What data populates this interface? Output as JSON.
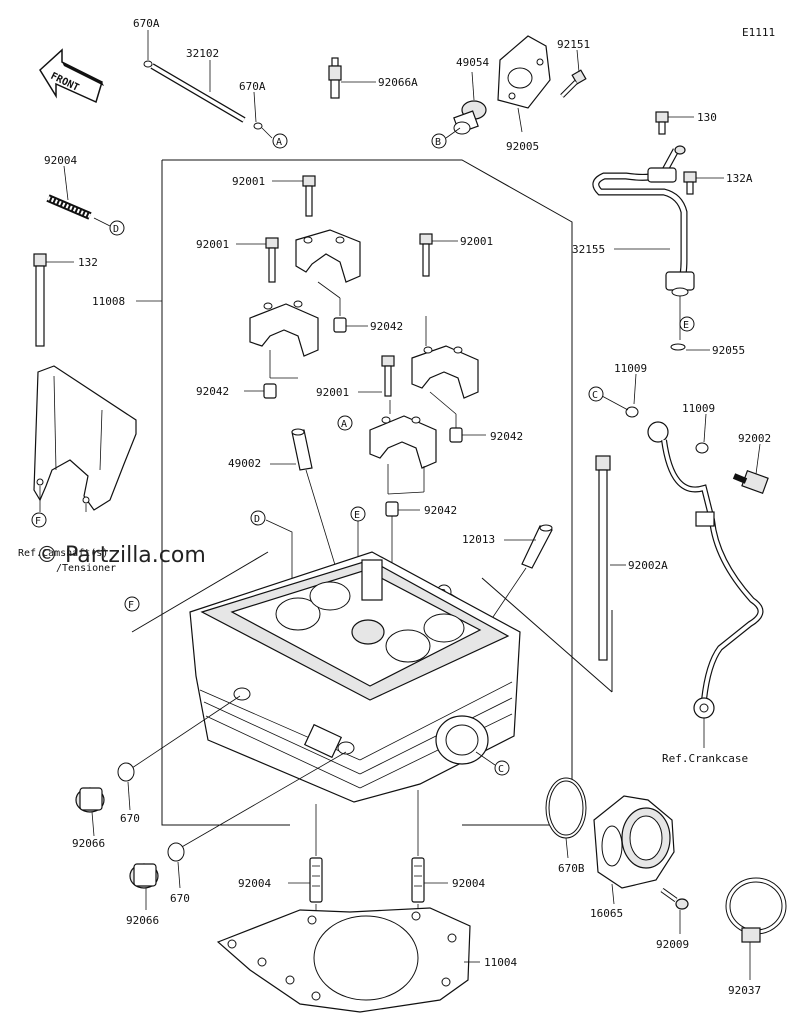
{
  "diagram": {
    "code": "E1111",
    "watermark": "© Partzilla.com",
    "front_label": "FRONT",
    "refs": {
      "camshaft": "Ref.Camshaft(s)",
      "tensioner": "/Tensioner",
      "crankcase": "Ref.Crankcase"
    },
    "parts": {
      "p670A_1": "670A",
      "p32102": "32102",
      "p670A_2": "670A",
      "p92066A": "92066A",
      "p49054": "49054",
      "p92151": "92151",
      "p92005": "92005",
      "p130": "130",
      "p132A": "132A",
      "p92004_top": "92004",
      "p92001_1": "92001",
      "p92001_2": "92001",
      "p92001_3": "92001",
      "p92001_4": "92001",
      "p132": "132",
      "p32155": "32155",
      "p11008": "11008",
      "p92042_1": "92042",
      "p92042_2": "92042",
      "p92042_3": "92042",
      "p92042_4": "92042",
      "p92055": "92055",
      "p11009_1": "11009",
      "p11009_2": "11009",
      "p92002": "92002",
      "p49002": "49002",
      "p12013": "12013",
      "p92002A": "92002A",
      "p670_1": "670",
      "p670_2": "670",
      "p92066_1": "92066",
      "p92066_2": "92066",
      "p670B": "670B",
      "p16065": "16065",
      "p92009": "92009",
      "p92004_l": "92004",
      "p92004_r": "92004",
      "p11004": "11004",
      "p92037": "92037"
    },
    "markers": {
      "A1": "A",
      "A2": "A",
      "B1": "B",
      "B2": "B",
      "C1": "C",
      "C2": "C",
      "D1": "D",
      "D2": "D",
      "E1": "E",
      "E2": "E",
      "F1": "F",
      "F2": "F"
    }
  }
}
